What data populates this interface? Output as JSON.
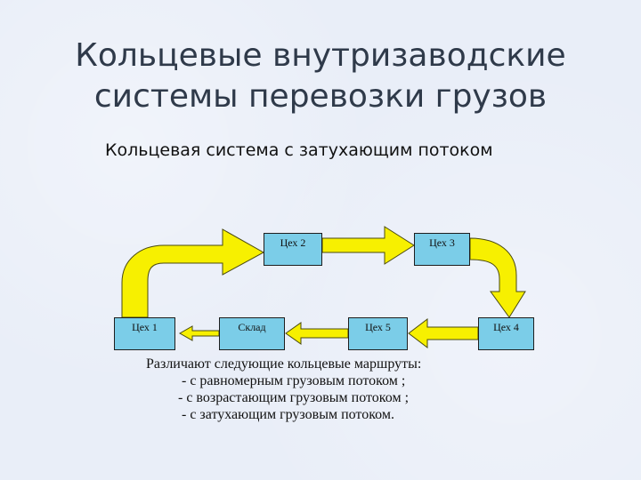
{
  "title_line1": "Кольцевые внутризаводские",
  "title_line2": "системы перевозки грузов",
  "subtitle": "Кольцевая система с затухающим потоком",
  "nodes": {
    "ceh1": "Цех 1",
    "sklad": "Склад",
    "ceh2": "Цех 2",
    "ceh3": "Цех 3",
    "ceh4": "Цех 4",
    "ceh5": "Цех 5"
  },
  "notes": [
    "Различают следующие кольцевые маршруты:",
    "- с равномерным грузовым потоком ;",
    "- с возрастающим грузовым потоком ;",
    "- с затухающим грузовым потоком."
  ],
  "colors": {
    "arrow": "#f7f000",
    "arrow_stroke": "#4a4a10",
    "box": "#7bcde8"
  }
}
